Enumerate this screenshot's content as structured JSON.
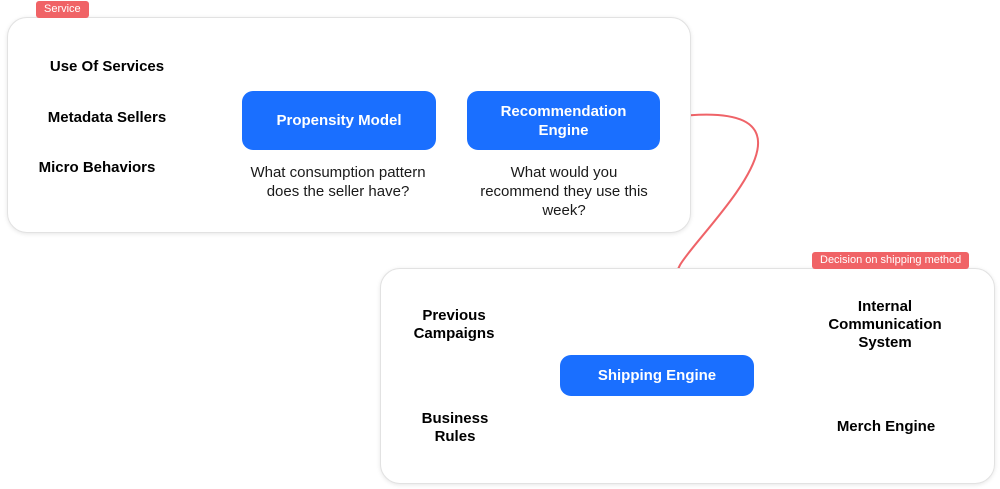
{
  "panels": {
    "service": {
      "tag": "Service"
    },
    "shipping": {
      "tag": "Decision on shipping method"
    }
  },
  "service": {
    "inputs": [
      "Use Of Services",
      "Metadata Sellers",
      "Micro Behaviors"
    ],
    "propensity": {
      "label": "Propensity Model",
      "note": "What consumption pattern does the seller have?"
    },
    "recommendation": {
      "label": "Recommendation Engine",
      "note": "What would you recommend they use this week?"
    }
  },
  "shipping": {
    "inputs": [
      "Previous Campaigns",
      "Business Rules"
    ],
    "engine": {
      "label": "Shipping Engine"
    },
    "outputs": [
      "Internal Communication System",
      "Merch Engine"
    ]
  },
  "colors": {
    "node": "#1a6fff",
    "connector": "#ef6368",
    "tag": "#f06366"
  }
}
